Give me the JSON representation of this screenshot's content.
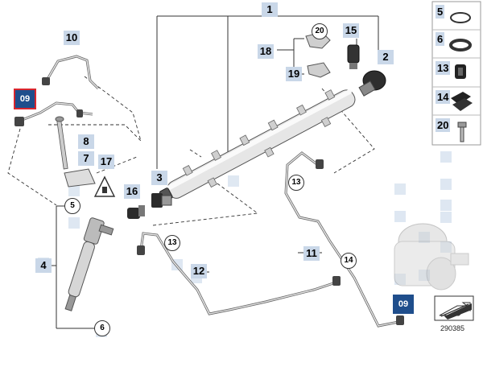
{
  "diagram": {
    "doc_number": "290385",
    "reference_tag": "09",
    "callouts": [
      {
        "id": "c1",
        "label": "1",
        "style": "box"
      },
      {
        "id": "c2",
        "label": "2",
        "style": "box"
      },
      {
        "id": "c3",
        "label": "3",
        "style": "box"
      },
      {
        "id": "c4",
        "label": "4",
        "style": "box"
      },
      {
        "id": "c5",
        "label": "5",
        "style": "circle"
      },
      {
        "id": "c6",
        "label": "6",
        "style": "circle"
      },
      {
        "id": "c7",
        "label": "7",
        "style": "box"
      },
      {
        "id": "c8",
        "label": "8",
        "style": "box"
      },
      {
        "id": "c10",
        "label": "10",
        "style": "box"
      },
      {
        "id": "c11",
        "label": "11",
        "style": "box"
      },
      {
        "id": "c12",
        "label": "12",
        "style": "box"
      },
      {
        "id": "c13a",
        "label": "13",
        "style": "circle"
      },
      {
        "id": "c13b",
        "label": "13",
        "style": "circle"
      },
      {
        "id": "c14",
        "label": "14",
        "style": "circle"
      },
      {
        "id": "c15",
        "label": "15",
        "style": "box"
      },
      {
        "id": "c16",
        "label": "16",
        "style": "box"
      },
      {
        "id": "c17",
        "label": "17",
        "style": "box"
      },
      {
        "id": "c18",
        "label": "18",
        "style": "box"
      },
      {
        "id": "c19",
        "label": "19",
        "style": "box"
      },
      {
        "id": "c20",
        "label": "20",
        "style": "circle"
      }
    ],
    "legend": [
      {
        "label": "5",
        "icon": "o-ring-thin-icon"
      },
      {
        "label": "6",
        "icon": "o-ring-thick-icon"
      },
      {
        "label": "13",
        "icon": "rubber-grommet-icon"
      },
      {
        "label": "14",
        "icon": "clip-holder-icon"
      },
      {
        "label": "20",
        "icon": "bolt-icon"
      }
    ]
  }
}
